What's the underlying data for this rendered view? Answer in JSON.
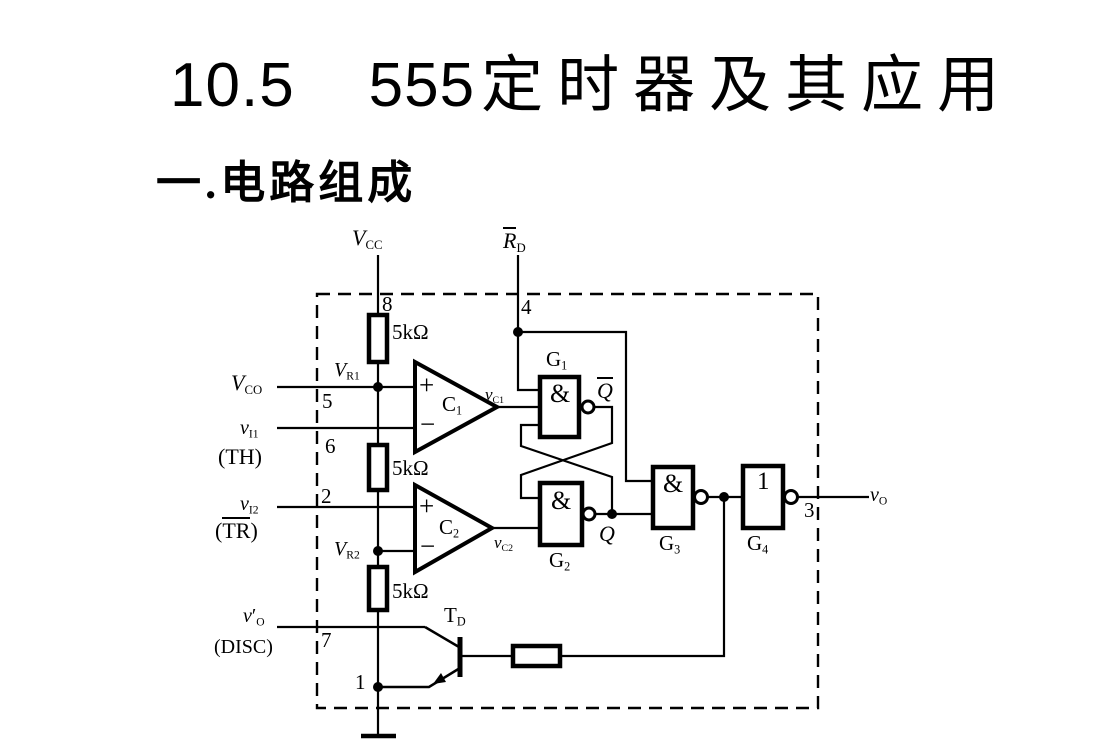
{
  "slide": {
    "title_section": "10.5",
    "title_number": "555",
    "title_text": "定时器及其应用",
    "subtitle": "一.电路组成"
  },
  "pins": {
    "p1": "1",
    "p2": "2",
    "p3": "3",
    "p4": "4",
    "p5": "5",
    "p6": "6",
    "p7": "7",
    "p8": "8"
  },
  "resistors": {
    "r1": "5kΩ",
    "r2": "5kΩ",
    "r3": "5kΩ"
  },
  "labels": {
    "vcc": {
      "base": "V",
      "sub": "CC"
    },
    "rd": {
      "base": "R",
      "sub": "D"
    },
    "vr1": {
      "base": "V",
      "sub": "R1"
    },
    "vr2": {
      "base": "V",
      "sub": "R2"
    },
    "vco": {
      "base": "V",
      "sub": "CO"
    },
    "vi1": {
      "base": "v",
      "sub": "I1"
    },
    "th": "(TH)",
    "vi2": {
      "base": "v",
      "sub": "I2"
    },
    "tr": {
      "open": "(",
      "text": "TR",
      "close": ")"
    },
    "vo_prime": {
      "base": "v",
      "prime": "′",
      "sub": "O"
    },
    "disc": "(DISC)",
    "vc1": {
      "base": "v",
      "sub": "C1"
    },
    "vc2": {
      "base": "v",
      "sub": "C2"
    },
    "qbar": "Q",
    "q": "Q",
    "vo": {
      "base": "v",
      "sub": "O"
    },
    "td": {
      "base": "T",
      "sub": "D"
    }
  },
  "gates": {
    "g1": {
      "name_base": "G",
      "name_sub": "1",
      "symbol": "&"
    },
    "g2": {
      "name_base": "G",
      "name_sub": "2",
      "symbol": "&"
    },
    "g3": {
      "name_base": "G",
      "name_sub": "3",
      "symbol": "&"
    },
    "g4": {
      "name_base": "G",
      "name_sub": "4",
      "symbol": "1"
    }
  },
  "comparators": {
    "c1": {
      "name_base": "C",
      "name_sub": "1",
      "plus": "+",
      "minus": "−"
    },
    "c2": {
      "name_base": "C",
      "name_sub": "2",
      "plus": "+",
      "minus": "−"
    }
  },
  "colors": {
    "ink": "#000000",
    "background": "#ffffff"
  }
}
